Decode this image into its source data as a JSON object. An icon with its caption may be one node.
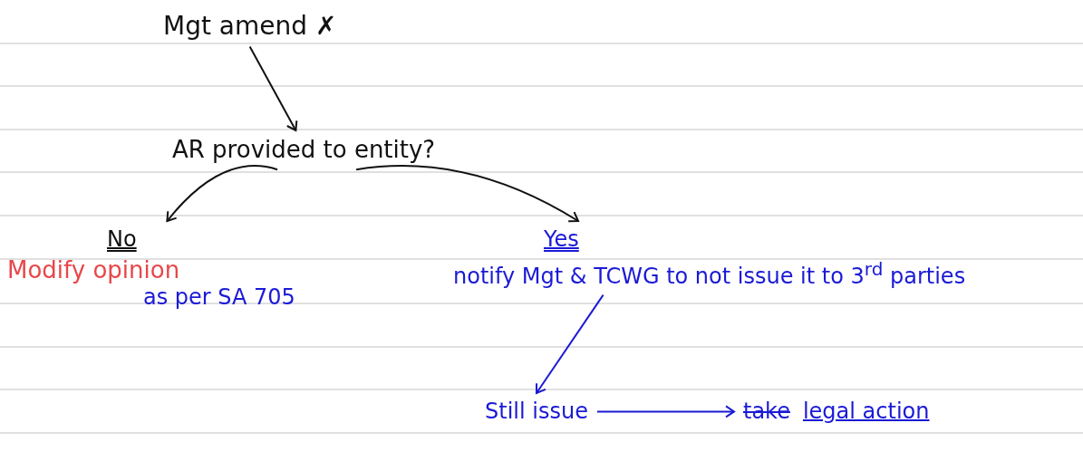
{
  "diagram": {
    "nodes": [
      {
        "text": [
          "Mgt amend ✗"
        ]
      },
      {
        "text": [
          "AR provided to entity?"
        ]
      },
      {
        "text": [
          "No",
          "Modify opinion",
          "as per SA 705"
        ]
      },
      {
        "text": [
          "Yes",
          "notify Mgt & TCWG to not issue it to 3$^{rd}$ parties"
        ]
      },
      {
        "text": [
          "Still issue"
        ]
      },
      {
        "text": [
          "take",
          "legal action"
        ]
      }
    ],
    "edges": [
      {
        "from": 0,
        "to": 1,
        "arrow": "to"
      },
      {
        "from": 1,
        "to": 2,
        "arrow": "to"
      },
      {
        "from": 1,
        "to": 3,
        "arrow": "to"
      },
      {
        "from": 3,
        "to": 4,
        "arrow": "to",
        "color": "#1a1ad6"
      },
      {
        "from": 4,
        "to": 5,
        "arrow": "to",
        "color": "#1a1ad6"
      }
    ]
  }
}
